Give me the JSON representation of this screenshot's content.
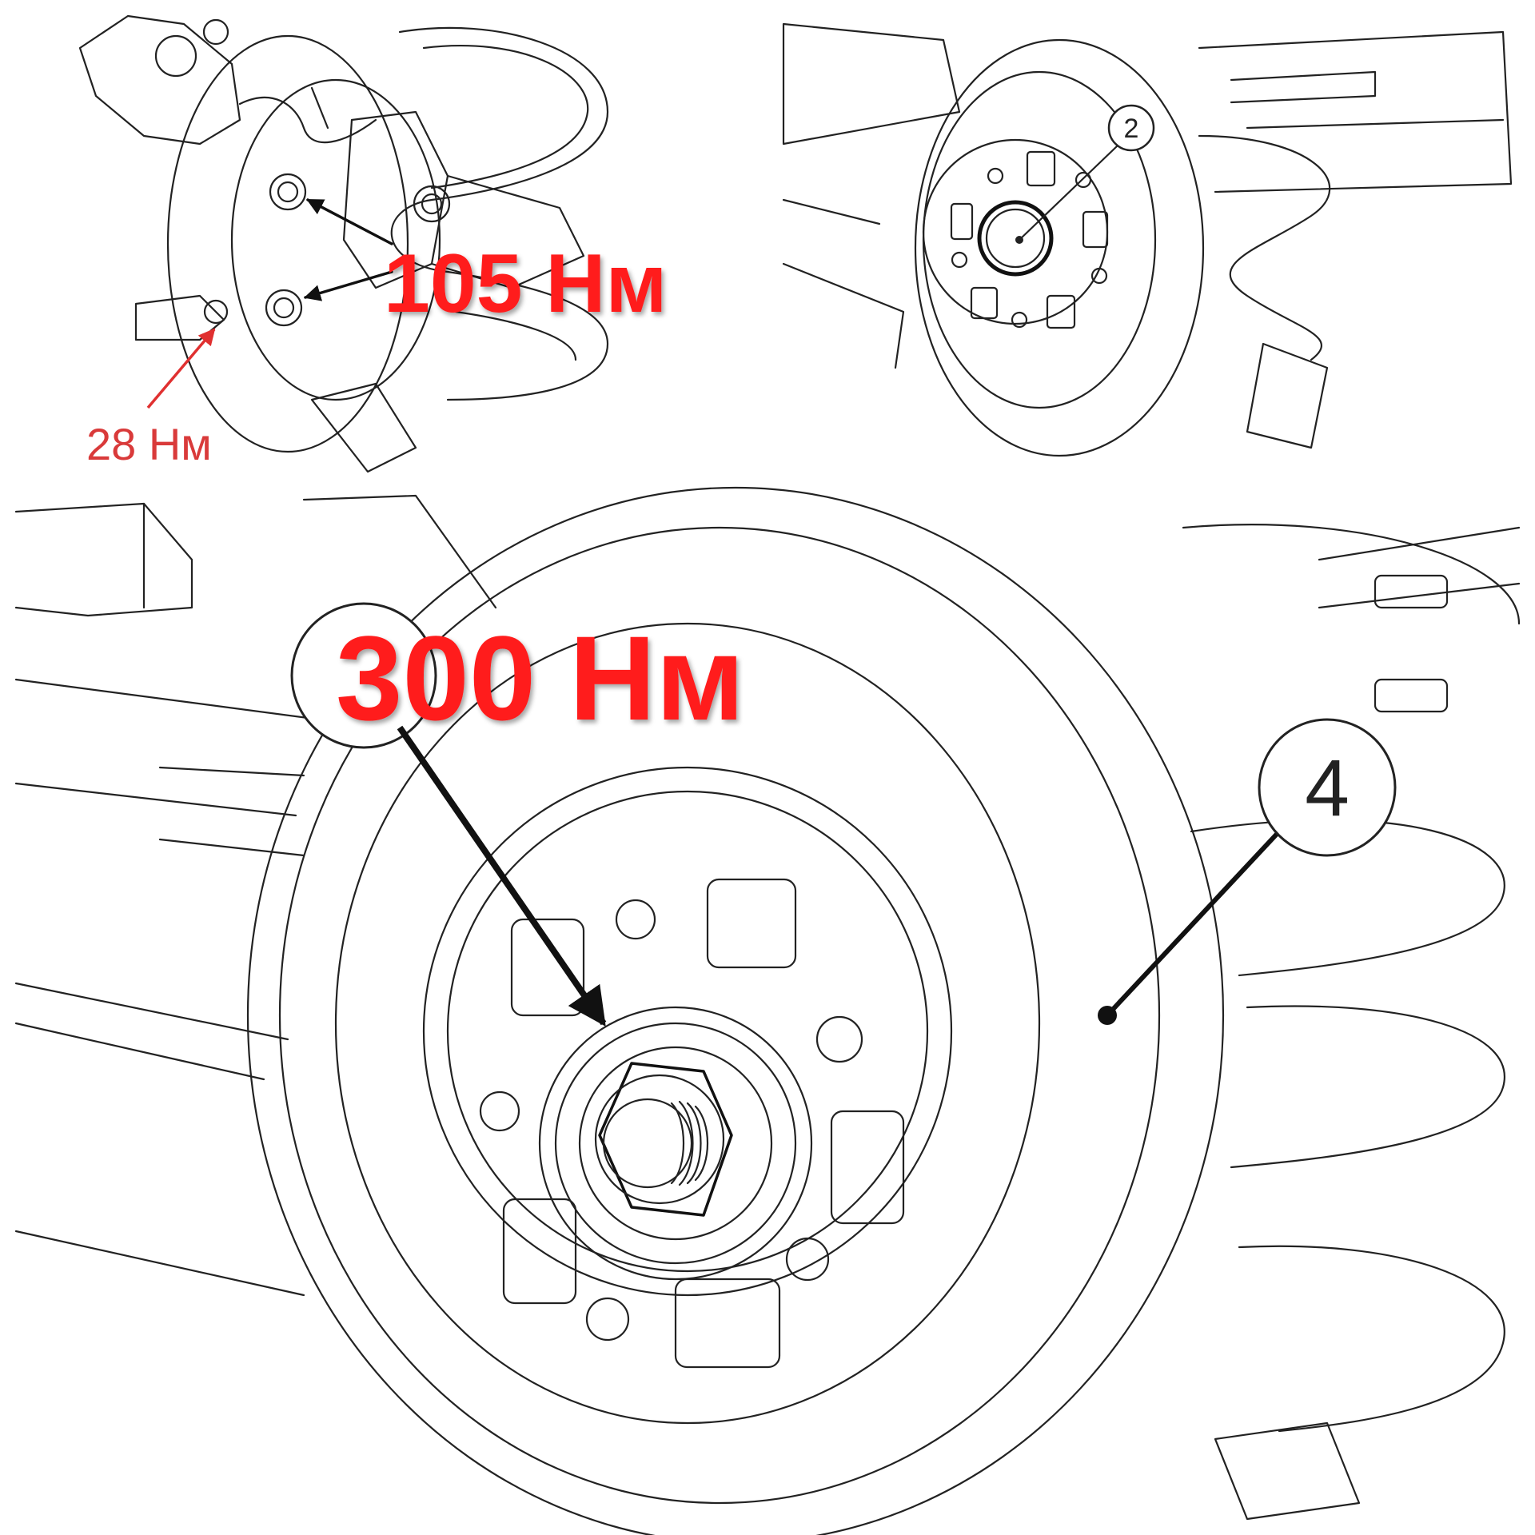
{
  "panels": {
    "top_left": {
      "torque_bolts": "105 Нм",
      "torque_sensor": "28 Нм"
    },
    "top_right": {
      "callout": "2"
    },
    "bottom": {
      "torque_hub_nut": "300 Нм",
      "callout": "4"
    }
  },
  "colors": {
    "label_red": "#ff1a1a",
    "label_red_small": "#d93a3a",
    "line": "#222222"
  }
}
